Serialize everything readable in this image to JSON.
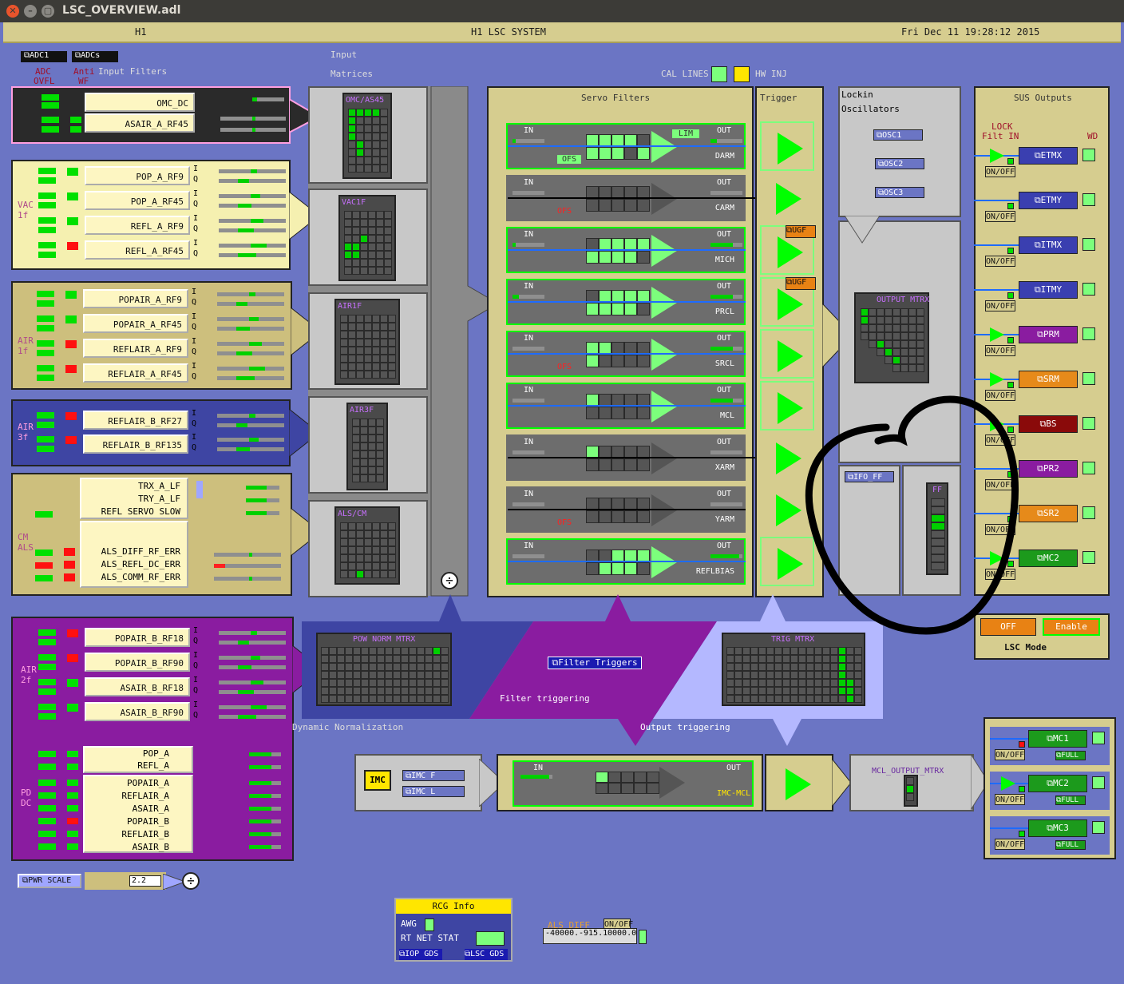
{
  "window": {
    "title": "LSC_OVERVIEW.adl"
  },
  "header": {
    "left": "H1",
    "center": "H1 LSC SYSTEM",
    "date": "Fri Dec 11 19:28:12 2015"
  },
  "top_buttons": {
    "adc1": "⧉ADC1",
    "adcs": "⧉ADCs"
  },
  "labels": {
    "adc": "ADC",
    "ovfl": "OVFL",
    "anti": "Anti",
    "wf": "WF",
    "input_filters": "Input Filters",
    "input": "Input",
    "matrices": "Matrices",
    "cal_lines": "CAL LINES",
    "hw_inj": "HW INJ",
    "servo_filters": "Servo Filters",
    "trigger": "Trigger",
    "lockin": "Lockin",
    "oscillators": "Oscillators",
    "sus_outputs": "SUS Outputs",
    "lock": "LOCK",
    "filt_in": "Filt IN",
    "wd": "WD",
    "vac1f": "VAC\n1f",
    "air1f": "AIR\n1f",
    "air3f": "AIR\n3f",
    "cmals": "CM\nALS",
    "air2f": "AIR\n2f",
    "pddc": "PD\nDC",
    "dyn_norm": "Dynamic Normalization",
    "filter_triggering": "Filter triggering",
    "output_triggering": "Output triggering",
    "lsc_mode": "LSC Mode"
  },
  "filter_groups": {
    "omc": [
      "OMC_DC",
      "ASAIR_A_RF45"
    ],
    "vac": [
      "POP_A_RF9",
      "POP_A_RF45",
      "REFL_A_RF9",
      "REFL_A_RF45"
    ],
    "air1f": [
      "POPAIR_A_RF9",
      "POPAIR_A_RF45",
      "REFLAIR_A_RF9",
      "REFLAIR_A_RF45"
    ],
    "air3f": [
      "REFLAIR_B_RF27",
      "REFLAIR_B_RF135"
    ],
    "cm": [
      "TRX_A_LF",
      "TRY_A_LF",
      "REFL SERVO SLOW"
    ],
    "als": [
      "ALS_DIFF_RF_ERR",
      "ALS_REFL_DC_ERR",
      "ALS_COMM_RF_ERR"
    ],
    "air2f": [
      "POPAIR_B_RF18",
      "POPAIR_B_RF90",
      "ASAIR_B_RF18",
      "ASAIR_B_RF90"
    ],
    "dc_top": [
      "POP_A",
      "REFL_A"
    ],
    "dc_bottom": [
      "POPAIR_A",
      "REFLAIR_A",
      "ASAIR_A",
      "POPAIR_B",
      "REFLAIR_B",
      "ASAIR_B"
    ]
  },
  "iq": {
    "i": "I",
    "q": "Q"
  },
  "matrices": [
    "OMC/AS45",
    "VAC1F",
    "AIR1F",
    "AIR3F",
    "ALS/CM"
  ],
  "servos": [
    {
      "name": "DARM",
      "ofs": "OFS",
      "lim": "LIM"
    },
    {
      "name": "CARM",
      "ofs": "OFS"
    },
    {
      "name": "MICH"
    },
    {
      "name": "PRCL"
    },
    {
      "name": "SRCL",
      "ofs": "OFS"
    },
    {
      "name": "MCL"
    },
    {
      "name": "XARM"
    },
    {
      "name": "YARM",
      "ofs": "OFS"
    },
    {
      "name": "REFLBIAS"
    }
  ],
  "servo_io": {
    "in": "IN",
    "out": "OUT"
  },
  "ugf": "⧉UGF",
  "osc": [
    "⧉OSC1",
    "⧉OSC2",
    "⧉OSC3"
  ],
  "output_mtrx": "OUTPUT MTRX",
  "ifo_ff": "⧉IFO_FF",
  "ff": "FF",
  "sus": [
    {
      "name": "⧉ETMX",
      "color": "#3a3fb0"
    },
    {
      "name": "⧉ETMY",
      "color": "#3a3fb0"
    },
    {
      "name": "⧉ITMX",
      "color": "#3a3fb0"
    },
    {
      "name": "⧉ITMY",
      "color": "#3a3fb0"
    },
    {
      "name": "⧉PRM",
      "color": "#8a1ca0"
    },
    {
      "name": "⧉SRM",
      "color": "#e68a1a"
    },
    {
      "name": "⧉BS",
      "color": "#8a0a0a"
    },
    {
      "name": "⧉PR2",
      "color": "#8a1ca0"
    },
    {
      "name": "⧉SR2",
      "color": "#e68a1a"
    },
    {
      "name": "⧉MC2",
      "color": "#1c9a1c"
    }
  ],
  "on_off": "ON/OFF",
  "lsc_mode": {
    "off": "OFF",
    "enable": "Enable"
  },
  "pow_norm": "POW NORM MTRX",
  "filter_triggers": "⧉Filter Triggers",
  "trig_mtrx": "TRIG MTRX",
  "imc": {
    "label": "IMC",
    "f": "⧉IMC F",
    "l": "⧉IMC L",
    "servo": "IMC-MCL"
  },
  "mcl_output": "MCL_OUTPUT_MTRX",
  "mc_out": [
    {
      "name": "⧉MC1",
      "full": "⧉FULL"
    },
    {
      "name": "⧉MC2",
      "full": "⧉FULL"
    },
    {
      "name": "⧉MC3",
      "full": "⧉FULL"
    }
  ],
  "pwr_scale": {
    "label": "⧉PWR SCALE",
    "value": "2.2"
  },
  "rcg": {
    "title": "RCG Info",
    "awg": "AWG",
    "rt": "RT NET STAT",
    "iop": "⧉IOP GDS",
    "lsc": "⧉LSC GDS"
  },
  "als_diff": {
    "label": "ALS_DIFF",
    "onoff": "ON/OFF",
    "min": "-40000.",
    "val": "-915.1",
    "max": "0000.0"
  },
  "colors": {
    "bg": "#6b75c4",
    "yellow": "#d6cd8f",
    "green": "#00e000",
    "red": "#ff1010"
  }
}
